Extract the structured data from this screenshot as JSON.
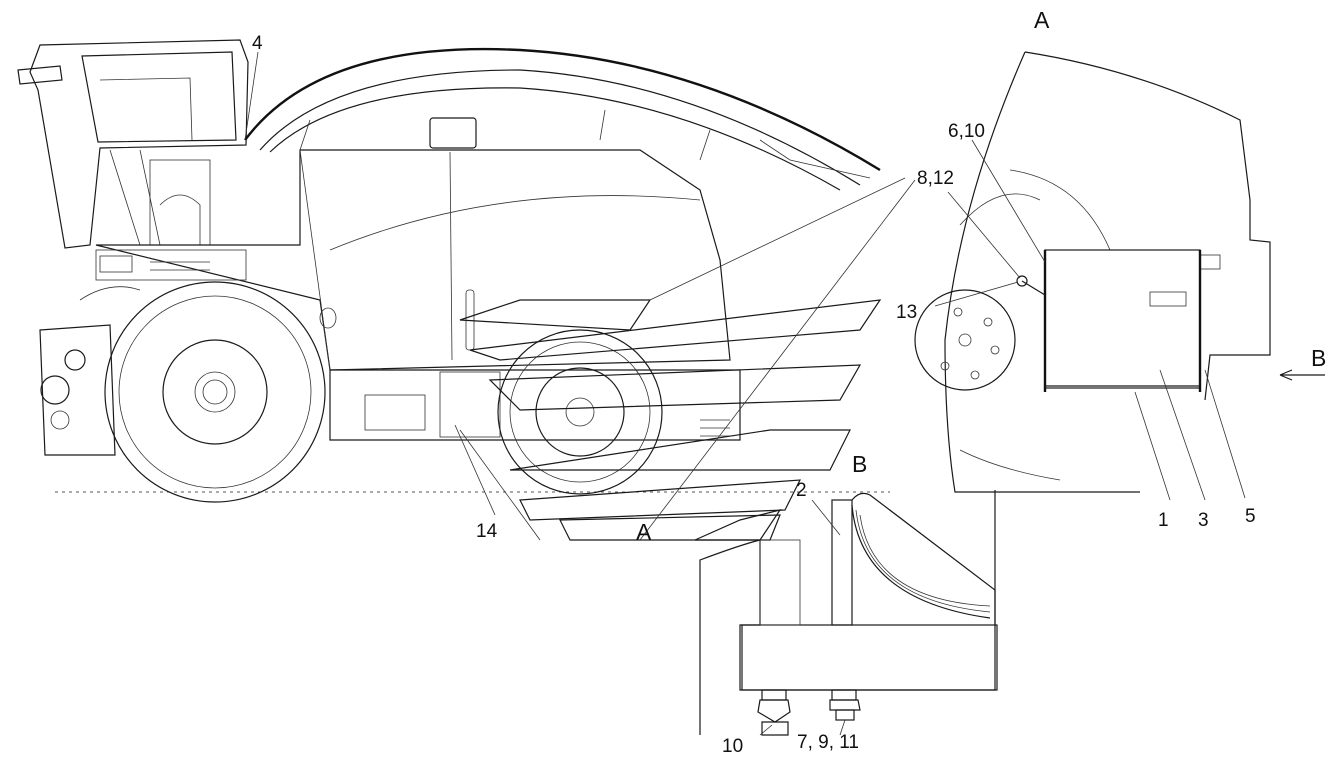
{
  "views": {
    "main_section_marker": "A",
    "detail_a_title": "A",
    "detail_b_title": "B",
    "direction_arrow_label": "B"
  },
  "callouts": {
    "c1": "1",
    "c2": "2",
    "c3": "3",
    "c4": "4",
    "c5": "5",
    "c6_10": "6,10",
    "c7_9_11": "7, 9, 11",
    "c8_12": "8,12",
    "c10": "10",
    "c13": "13",
    "c14": "14"
  },
  "colors": {
    "line": "#1a1a1a",
    "background": "#ffffff"
  }
}
